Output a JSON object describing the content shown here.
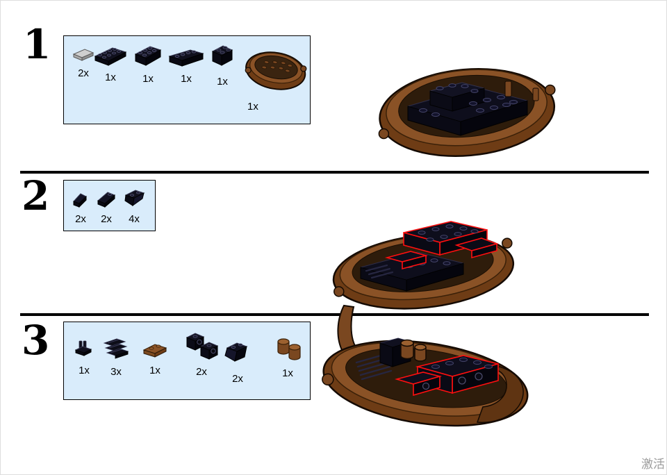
{
  "page": {
    "watermark": "激活 W",
    "background": "#ffffff"
  },
  "colors": {
    "parts_box_bg": "#d9ecfb",
    "parts_box_border": "#000000",
    "divider": "#000000",
    "brick_black": "#0d0d18",
    "hull_brown": "#7a4720",
    "highlight_red": "#ff0f0f",
    "piece_gray": "#c9c9c9",
    "watermark_gray": "#9b9b9b"
  },
  "steps": [
    {
      "number": "1",
      "image": "boat-hull-filled-with-black-plates",
      "parts": [
        {
          "count": "2x",
          "piece": "tile-1x2-light-gray"
        },
        {
          "count": "1x",
          "piece": "plate-2x4-black"
        },
        {
          "count": "1x",
          "piece": "plate-2x3-black"
        },
        {
          "count": "1x",
          "piece": "brick-1x4-black"
        },
        {
          "count": "1x",
          "piece": "brick-2x2-black"
        },
        {
          "count": "1x",
          "piece": "boat-hull-brown"
        }
      ]
    },
    {
      "number": "2",
      "image": "boat-with-new-black-slopes-highlighted-red",
      "parts": [
        {
          "count": "2x",
          "piece": "slope-1x1-black"
        },
        {
          "count": "2x",
          "piece": "slope-1x2-black"
        },
        {
          "count": "4x",
          "piece": "slope-2x1-black"
        }
      ]
    },
    {
      "number": "3",
      "image": "boat-with-grilles-headlight-bricks-and-barrels-highlighted-red",
      "parts": [
        {
          "count": "1x",
          "piece": "clip-plate-black"
        },
        {
          "count": "3x",
          "piece": "grille-1x2-black"
        },
        {
          "count": "1x",
          "piece": "plate-1x2-brown"
        },
        {
          "count": "2x",
          "piece": "headlight-brick-black"
        },
        {
          "count": "2x",
          "piece": "slope-2x2-black"
        },
        {
          "count": "1x",
          "piece": "round-brick-brown"
        }
      ]
    }
  ]
}
